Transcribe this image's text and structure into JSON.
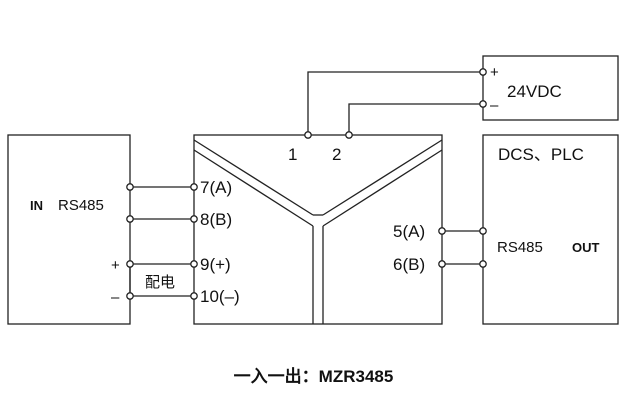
{
  "power": {
    "label": "24VDC",
    "plus": "+",
    "minus": "–"
  },
  "center": {
    "term1": "1",
    "term2": "2"
  },
  "input": {
    "prefix": "IN",
    "protocol": "RS485",
    "plus": "+",
    "minus": "–",
    "power_dist": "配电"
  },
  "input_terminals": [
    "7(A)",
    "8(B)",
    "9(+)",
    "10(–)"
  ],
  "output_terminals": [
    "5(A)",
    "6(B)"
  ],
  "output": {
    "title": "DCS、PLC",
    "protocol": "RS485",
    "suffix": "OUT"
  },
  "caption": "一入一出：MZR3485"
}
